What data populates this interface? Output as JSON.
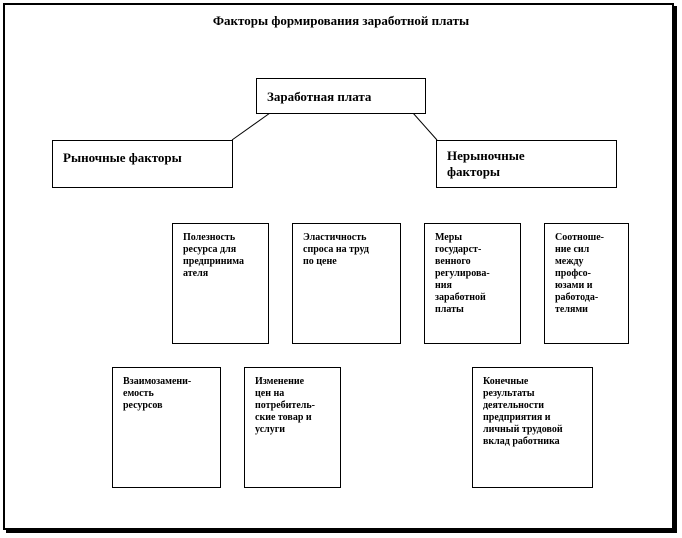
{
  "diagram": {
    "title": "Факторы формирования заработной платы",
    "root": "Заработная плата",
    "market": "Рыночные факторы",
    "nonmarket": "Нерыночные\nфакторы",
    "factors": {
      "utility": "Полезность\nресурса для\nпредпринима\nателя",
      "elasticity": "Эластичность\nспроса на труд\nпо цене",
      "state_regulation": "Меры\nгосударст-\nвенного\nрегулирова-\nния\nзаработной\nплаты",
      "union_ratio": "Соотноше-\nние сил\nмежду\nпрофсо-\nюзами и\nработода-\nтелями",
      "substitutability": "Взаимозамени-\nемость\nресурсов",
      "price_change": "Изменение\nцен на\nпотребитель-\nские товар и\nуслуги",
      "results": "Конечные\nрезультаты\nдеятельности\nпредприятия и\nличный трудовой\nвклад работника"
    }
  }
}
